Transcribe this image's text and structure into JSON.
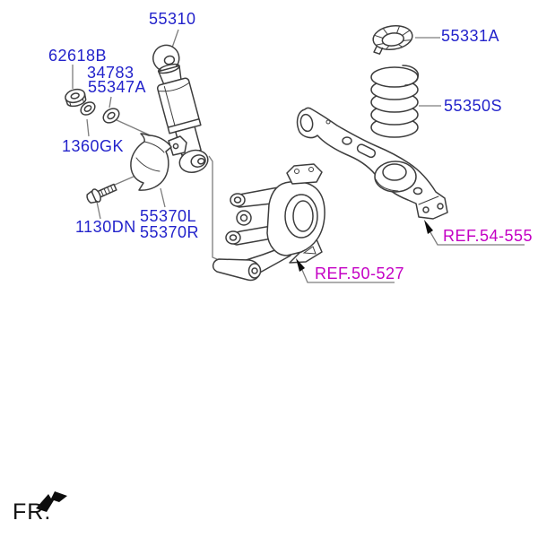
{
  "diagram": {
    "callouts": {
      "shock_absorber": "55310",
      "nut": "62618B",
      "washer_34783": "34783",
      "washer_55347a": "55347A",
      "washer_1360gk": "1360GK",
      "dust_cover_left": "55370L",
      "dust_cover_right": "55370R",
      "bolt": "1130DN",
      "spring_pad": "55331A",
      "coil_spring": "55350S"
    },
    "references": {
      "rear_arm_assy": "REF.54-555",
      "rear_axle_assy": "REF.50-527"
    },
    "orientation": {
      "front_marker": "FR."
    },
    "colors": {
      "part_label": "#2323cb",
      "reference_label": "#c400c4",
      "line_art": "#3d3d3d",
      "leader_line": "#7d7d7d",
      "background": "#ffffff"
    }
  }
}
